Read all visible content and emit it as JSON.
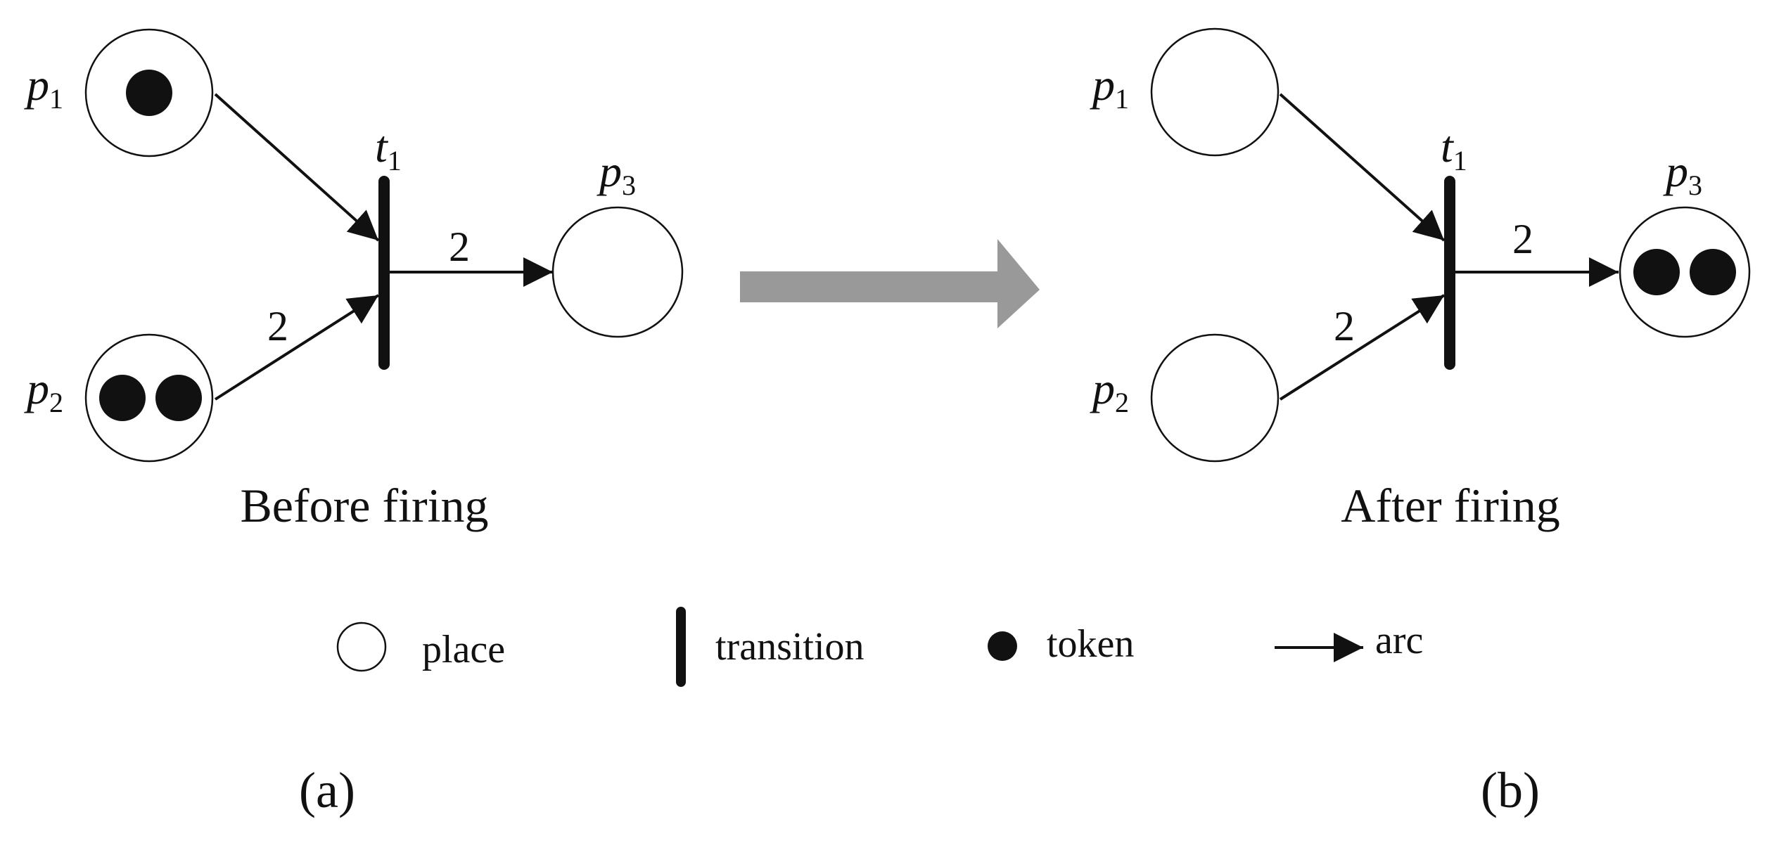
{
  "diagram": {
    "panels": [
      {
        "id": "a",
        "caption": "Before firing",
        "sublabel": "(a)",
        "places": [
          {
            "id": "p1",
            "name": "p",
            "sub": "1",
            "tokens": 1
          },
          {
            "id": "p2",
            "name": "p",
            "sub": "2",
            "tokens": 2
          },
          {
            "id": "p3",
            "name": "p",
            "sub": "3",
            "tokens": 0
          }
        ],
        "transition": {
          "name": "t",
          "sub": "1"
        },
        "arcs": [
          {
            "from": "p1",
            "to": "t1",
            "weight": ""
          },
          {
            "from": "p2",
            "to": "t1",
            "weight": "2"
          },
          {
            "from": "t1",
            "to": "p3",
            "weight": "2"
          }
        ]
      },
      {
        "id": "b",
        "caption": "After firing",
        "sublabel": "(b)",
        "places": [
          {
            "id": "p1",
            "name": "p",
            "sub": "1",
            "tokens": 0
          },
          {
            "id": "p2",
            "name": "p",
            "sub": "2",
            "tokens": 0
          },
          {
            "id": "p3",
            "name": "p",
            "sub": "3",
            "tokens": 2
          }
        ],
        "transition": {
          "name": "t",
          "sub": "1"
        },
        "arcs": [
          {
            "from": "p1",
            "to": "t1",
            "weight": ""
          },
          {
            "from": "p2",
            "to": "t1",
            "weight": "2"
          },
          {
            "from": "t1",
            "to": "p3",
            "weight": "2"
          }
        ]
      }
    ],
    "legend": [
      {
        "symbol": "place-icon",
        "label": "place"
      },
      {
        "symbol": "transition-icon",
        "label": "transition"
      },
      {
        "symbol": "token-icon",
        "label": "token"
      },
      {
        "symbol": "arc-icon",
        "label": "arc"
      }
    ],
    "colors": {
      "ink": "#111111",
      "big_arrow": "#999999"
    }
  }
}
